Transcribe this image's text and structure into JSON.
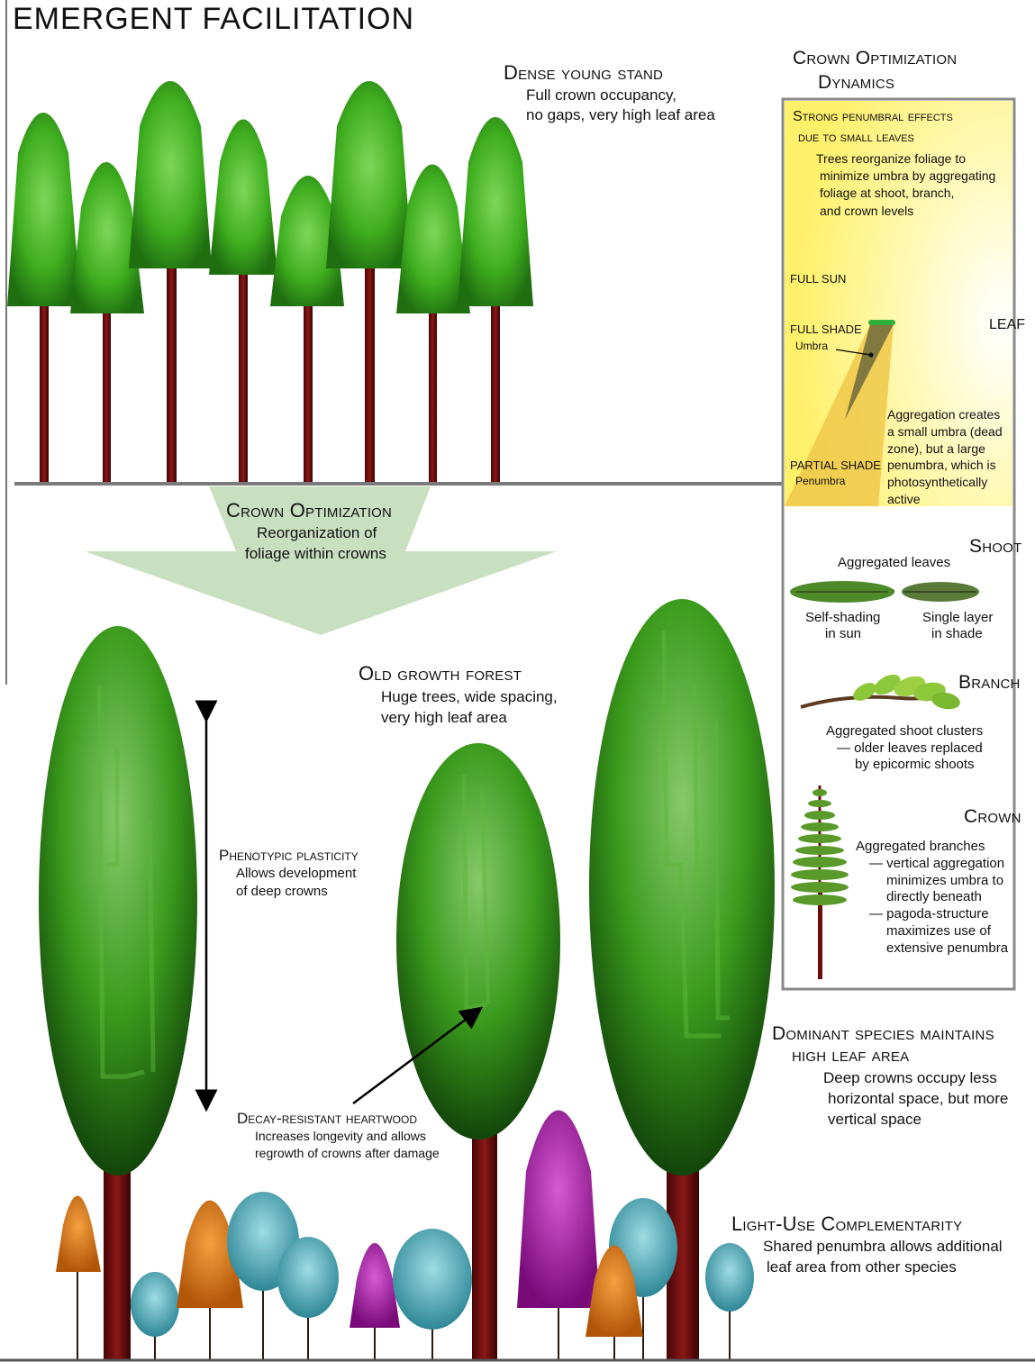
{
  "title": "EMERGENT FACILITATION",
  "colors": {
    "tree_green": "#3fae1f",
    "trunk": "#6a0d0d",
    "ground_line": "#7a7a7a",
    "arrow_fill": "#c9e0c0",
    "sun_yellow": "#fff79a",
    "orange_tree": "#e07a1a",
    "cyan_tree": "#58b6c4",
    "magenta_tree": "#a81aa8"
  },
  "dense_stand": {
    "heading": "Dense young stand",
    "line1": "Full crown occupancy,",
    "line2": "no gaps, very high leaf area"
  },
  "crown_optimization_arrow": {
    "heading": "Crown Optimization",
    "line1": "Reorganization of",
    "line2": "foliage within crowns"
  },
  "old_growth": {
    "heading": "Old growth forest",
    "line1": "Huge trees, wide spacing,",
    "line2": "very high leaf area"
  },
  "phenotypic": {
    "heading": "Phenotypic plasticity",
    "line1": "Allows development",
    "line2": "of deep crowns"
  },
  "heartwood": {
    "heading": "Decay-resistant heartwood",
    "line1": "Increases longevity and allows",
    "line2": "regrowth of crowns after damage"
  },
  "dominant": {
    "heading1": "Dominant species maintains",
    "heading2": "high leaf area",
    "line1": "Deep crowns occupy less",
    "line2": "horizontal space, but more",
    "line3": "vertical space"
  },
  "complementarity": {
    "heading": "Light-Use Complementarity",
    "line1": "Shared penumbra allows additional",
    "line2": "leaf area from other species"
  },
  "panel": {
    "title1": "Crown Optimization",
    "title2": "Dynamics",
    "penumbral1": "Strong penumbral effects",
    "penumbral2": "due to small leaves",
    "reorg1": "Trees reorganize foliage to",
    "reorg2": "minimize umbra by aggregating",
    "reorg3": "foliage at shoot, branch,",
    "reorg4": "and crown levels",
    "full_sun": "FULL SUN",
    "leaf": "LEAF",
    "full_shade": "FULL SHADE",
    "umbra": "Umbra",
    "partial_shade": "PARTIAL SHADE",
    "penumbra": "Penumbra",
    "agg1": "Aggregation creates",
    "agg2": "a small umbra (dead",
    "agg3": "zone), but a large",
    "agg4": "penumbra, which is",
    "agg5": "photosynthetically",
    "agg6": "active",
    "shoot": "Shoot",
    "aggregated_leaves": "Aggregated leaves",
    "self_shading1": "Self-shading",
    "self_shading2": "in sun",
    "single_layer1": "Single layer",
    "single_layer2": "in shade",
    "branch": "Branch",
    "shoot_clusters1": "Aggregated shoot clusters",
    "shoot_clusters2": "— older leaves replaced",
    "shoot_clusters3": "by epicormic shoots",
    "crown": "Crown",
    "agg_branches1": "Aggregated branches",
    "agg_branches2": "— vertical aggregation",
    "agg_branches3": "minimizes umbra to",
    "agg_branches4": "directly beneath",
    "agg_branches5": "— pagoda-structure",
    "agg_branches6": "maximizes use of",
    "agg_branches7": "extensive penumbra"
  }
}
